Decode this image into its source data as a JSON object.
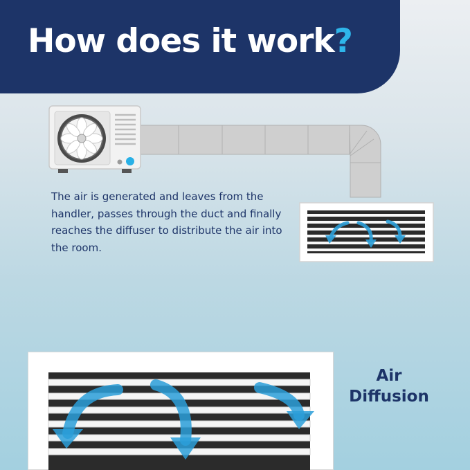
{
  "header": {
    "title": "How does it work",
    "title_mark": "?"
  },
  "description": "The air is generated and leaves from the handler, passes through the duct and finally reaches the diffuser to distribute the air into the room.",
  "diffusion_label": {
    "line1": "Air",
    "line2": "Diffusion"
  },
  "colors": {
    "navy": "#1d3468",
    "accent": "#2eb5ea",
    "airflow_arrow": "#2c9fd9",
    "indicator_light": "#29b0e6"
  },
  "icons": [
    "ac-outdoor-unit-icon",
    "fan-icon",
    "duct-icon",
    "diffuser-icon",
    "airflow-arrow-icon"
  ]
}
